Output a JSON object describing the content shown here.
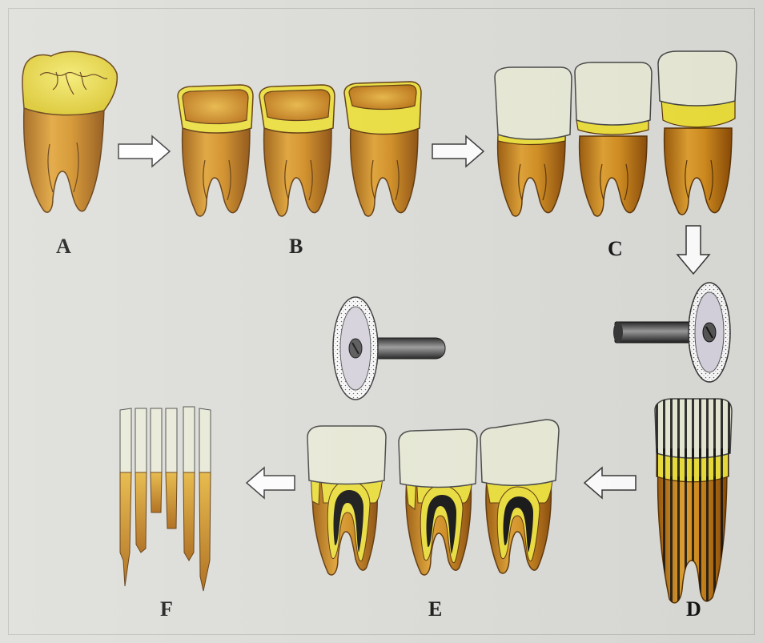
{
  "labels": {
    "a": "A",
    "b": "B",
    "c": "C",
    "d": "D",
    "e": "E",
    "f": "F"
  },
  "colors": {
    "background": "#dcdcd8",
    "enamel_yellow": "#ecdf3a",
    "root_orange": "#c97a12",
    "root_dark": "#8a4a06",
    "composite_white": "#e9ead7",
    "pulp_black": "#111111",
    "disc_fill": "#d7d4df",
    "shaft_gray": "#4a4a4a",
    "arrow_fill": "#ffffff"
  },
  "icons": {
    "arrow": "right-arrow-outline",
    "disc": "diamond-saw-disc"
  }
}
